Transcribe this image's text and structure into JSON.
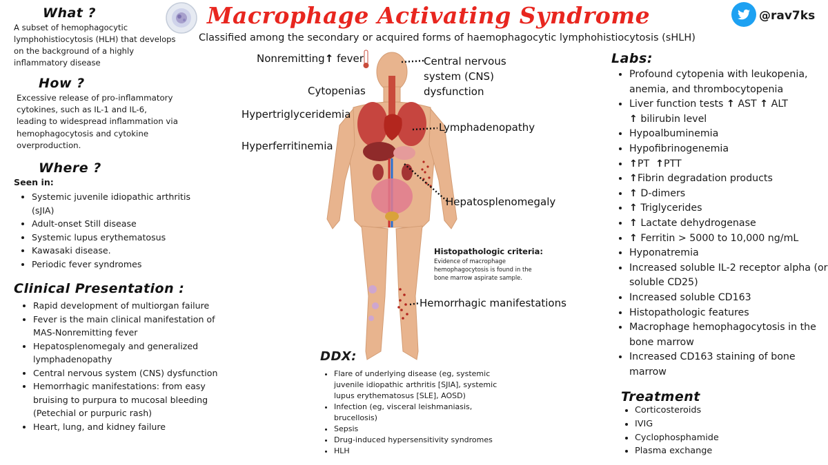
{
  "header": {
    "title": "Macrophage Activating Syndrome",
    "subtitle": "Classified among the secondary or acquired forms of haemophagocytic lymphohistiocytosis (sHLH)",
    "handle": "@rav7ks",
    "handle_icon": "twitter-bird-icon",
    "brand_color": "#e8261f",
    "twitter_color": "#1da1f2"
  },
  "what": {
    "title": "What ?",
    "text": "A subset of hemophagocytic lymphohistiocytosis (HLH) that develops on the background of a highly inflammatory disease"
  },
  "how": {
    "title": "How ?",
    "text": "Excessive release of pro-inflammatory cytokines, such as IL-1 and IL-6, leading to widespread inflammation via hemophagocytosis and cytokine overproduction."
  },
  "where": {
    "title": "Where ?",
    "seen_in": "Seen in:",
    "items": [
      "Systemic juvenile idiopathic arthritis (sJIA)",
      "Adult-onset Still disease",
      "Systemic lupus erythematosus",
      "Kawasaki disease.",
      "Periodic fever syndromes"
    ]
  },
  "clinical": {
    "title": "Clinical Presentation :",
    "items": [
      "Rapid development of multiorgan failure",
      "Fever is the main clinical manifestation of MAS-Nonremitting fever",
      "Hepatosplenomegaly and generalized lymphadenopathy",
      "Central nervous system (CNS) dysfunction",
      "Hemorrhagic manifestations: from easy bruising to purpura to mucosal bleeding (Petechial or purpuric rash)",
      "Heart, lung, and kidney failure"
    ]
  },
  "body_labels": {
    "fever_pre": "Nonremitting",
    "fever_post": "fever",
    "cns": "Central nervous system (CNS) dysfunction",
    "cytopenias": "Cytopenias",
    "hypertrig": "Hypertriglyceridemia",
    "hyperferr": "Hyperferritinemia",
    "lymph": "Lymphadenopathy",
    "hepato": "Hepatosplenomegaly",
    "hemorrhagic": "Hemorrhagic manifestations"
  },
  "histo": {
    "title": "Histopathologic criteria:",
    "text": "Evidence of macrophage hemophagocytosis is found in the bone marrow aspirate sample."
  },
  "ddx": {
    "title": "DDX:",
    "items": [
      "Flare of underlying disease (eg, systemic juvenile idiopathic arthritis [SJIA], systemic lupus erythematosus [SLE], AOSD)",
      "Infection (eg, visceral leishmaniasis, brucellosis)",
      "Sepsis",
      "Drug-induced hypersensitivity syndromes",
      "HLH"
    ]
  },
  "labs": {
    "title": "Labs:",
    "l1": "Profound cytopenia with leukopenia, anemia, and thrombocytopenia",
    "l2_a": "Liver function tests",
    "l2_b": "AST",
    "l2_c": "ALT",
    "l2_d": "bilirubin level",
    "l3": "Hypoalbuminemia",
    "l4": "Hypofibrinogenemia",
    "l5_a": "PT",
    "l5_b": "PTT",
    "l6": "Fibrin degradation products",
    "l7": "D-dimers",
    "l8": "Triglycerides",
    "l9": "Lactate dehydrogenase",
    "l10": "Ferritin > 5000 to 10,000 ng/mL",
    "l11": "Hyponatremia",
    "l12": "Increased soluble IL-2 receptor alpha (or soluble CD25)",
    "l13": "Increased soluble CD163",
    "l14": "Histopathologic features",
    "l15": "Macrophage hemophagocytosis in the bone marrow",
    "l16": "Increased CD163 staining of bone marrow"
  },
  "treatment": {
    "title": "Treatment",
    "items": [
      "Corticosteroids",
      "IVIG",
      "Cyclophosphamide",
      "Plasma exchange"
    ]
  }
}
